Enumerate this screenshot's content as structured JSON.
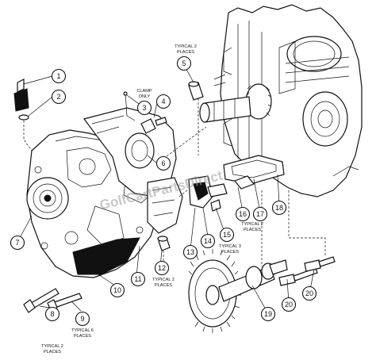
{
  "callouts": [
    {
      "label": "1"
    },
    {
      "label": "2"
    },
    {
      "label": "3"
    },
    {
      "label": "4"
    },
    {
      "label": "5"
    },
    {
      "label": "6"
    },
    {
      "label": "7"
    },
    {
      "label": "8"
    },
    {
      "label": "9"
    },
    {
      "label": "10"
    },
    {
      "label": "11"
    },
    {
      "label": "12"
    },
    {
      "label": "13"
    },
    {
      "label": "14"
    },
    {
      "label": "15"
    },
    {
      "label": "16"
    },
    {
      "label": "17"
    },
    {
      "label": "18"
    },
    {
      "label": "19"
    },
    {
      "label": "20"
    },
    {
      "label": "20"
    }
  ],
  "notes": {
    "clamp_only_line1": "CLAMP",
    "clamp_only_line2": "ONLY",
    "typical2_top_line1": "TYPICAL 2",
    "typical2_top_line2": "PLACES",
    "typical3_line1": "TYPICAL 3",
    "typical3_line2": "PLACES",
    "typical2_16_line1": "TYPICAL 2",
    "typical2_16_line2": "PLACES",
    "typical2_12_line1": "TYPICAL 2",
    "typical2_12_line2": "PLACES",
    "typical6_line1": "TYPICAL 6",
    "typical6_line2": "PLACES",
    "typical2_8_line1": "TYPICAL 2",
    "typical2_8_line2": "PLACES"
  },
  "watermark": "GolfCartPartsDirect"
}
